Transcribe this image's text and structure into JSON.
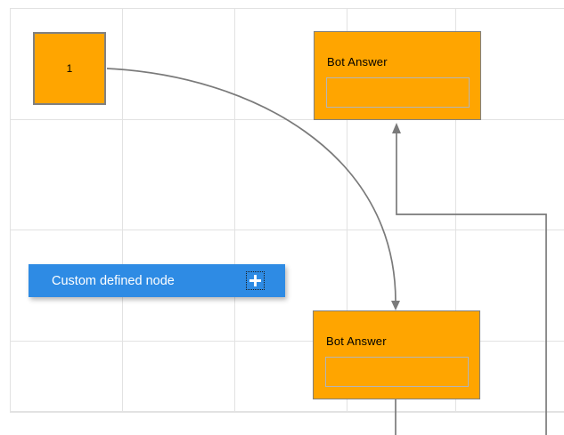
{
  "nodes": {
    "start": {
      "label": "1"
    },
    "bot_answer_top": {
      "title": "Bot Answer"
    },
    "bot_answer_bottom": {
      "title": "Bot Answer"
    },
    "custom": {
      "label": "Custom defined node"
    }
  },
  "colors": {
    "node_fill": "#FFA500",
    "node_border": "#808080",
    "inner_border": "#B5B5B5",
    "custom_fill": "#2E8BE4",
    "connector": "#7A7A7A",
    "grid": "#E2E2E2",
    "label": "#000000",
    "custom_label": "#FFFFFF"
  }
}
